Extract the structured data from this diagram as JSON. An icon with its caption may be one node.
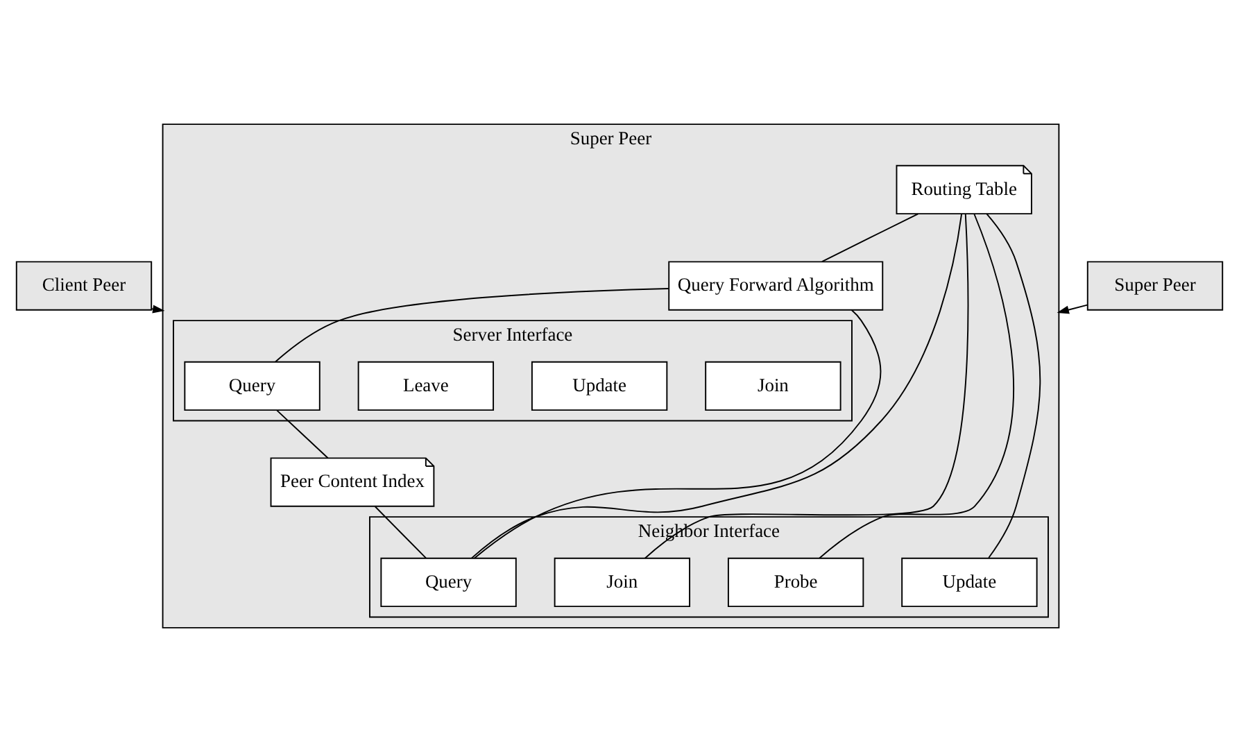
{
  "diagram": {
    "nodes": [
      {
        "text": [
          "Client Peer"
        ]
      },
      {
        "text": [
          "Super Peer"
        ]
      },
      {
        "text": [
          "Super Peer"
        ]
      },
      {
        "text": [
          "Server Interface"
        ],
        "in": 2
      },
      {
        "text": [
          "Join"
        ],
        "in": 3
      },
      {
        "text": [
          "Update"
        ],
        "in": 3
      },
      {
        "text": [
          "Leave"
        ],
        "in": 3
      },
      {
        "text": [
          "Query"
        ],
        "in": 3
      },
      {
        "text": [
          "Routing Table"
        ],
        "in": 2
      },
      {
        "text": [
          "Query Forward Algorithm"
        ],
        "in": 2
      },
      {
        "text": [
          "Peer Content Index"
        ],
        "in": 2
      },
      {
        "text": [
          "Neighbor Interface"
        ],
        "in": 2
      },
      {
        "text": [
          "Join"
        ],
        "in": 11
      },
      {
        "text": [
          "Probe"
        ],
        "in": 11
      },
      {
        "text": [
          "Update"
        ],
        "in": 11
      },
      {
        "text": [
          "Query"
        ],
        "in": 11
      }
    ],
    "edges": [
      {
        "from": 0,
        "to": 2,
        "arrow": "to"
      },
      {
        "from": 1,
        "to": 2,
        "arrow": "to"
      },
      {
        "from": 8,
        "to": 9,
        "arrow": "none"
      },
      {
        "from": 8,
        "to": 12,
        "arrow": "none"
      },
      {
        "from": 8,
        "to": 13,
        "arrow": "none"
      },
      {
        "from": 8,
        "to": 14,
        "arrow": "none"
      },
      {
        "from": 8,
        "to": 15,
        "arrow": "none"
      },
      {
        "from": 9,
        "to": 7,
        "arrow": "none"
      },
      {
        "from": 9,
        "to": 15,
        "arrow": "none"
      },
      {
        "from": 7,
        "to": 10,
        "arrow": "none"
      },
      {
        "from": 10,
        "to": 15,
        "arrow": "none"
      }
    ]
  }
}
